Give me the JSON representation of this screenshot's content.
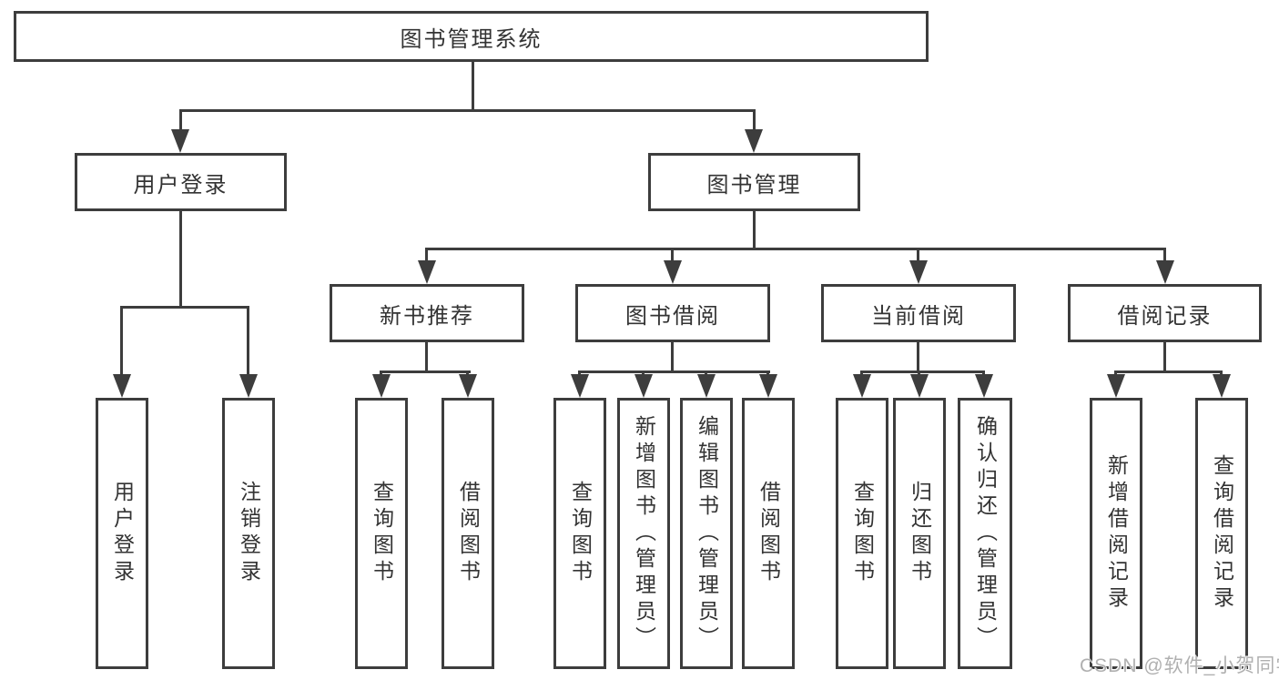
{
  "colors": {
    "line": "#3d3d3d",
    "box_border": "#3d3d3d",
    "text": "#333333",
    "background": "#ffffff",
    "watermark": "#b0b0b0"
  },
  "tree": {
    "root": "图书管理系统",
    "children": [
      {
        "label": "用户登录",
        "children": [
          {
            "label": "用户登录"
          },
          {
            "label": "注销登录"
          }
        ]
      },
      {
        "label": "图书管理",
        "children": [
          {
            "label": "新书推荐",
            "children": [
              {
                "label": "查询图书"
              },
              {
                "label": "借阅图书"
              }
            ]
          },
          {
            "label": "图书借阅",
            "children": [
              {
                "label": "查询图书"
              },
              {
                "label": "新增图书（管理员）"
              },
              {
                "label": "编辑图书（管理员）"
              },
              {
                "label": "借阅图书"
              }
            ]
          },
          {
            "label": "当前借阅",
            "children": [
              {
                "label": "查询图书"
              },
              {
                "label": "归还图书"
              },
              {
                "label": "确认归还（管理员）"
              }
            ]
          },
          {
            "label": "借阅记录",
            "children": [
              {
                "label": "新增借阅记录"
              },
              {
                "label": "查询借阅记录"
              }
            ]
          }
        ]
      }
    ]
  },
  "watermark": "CSDN @软件_小贺同学"
}
